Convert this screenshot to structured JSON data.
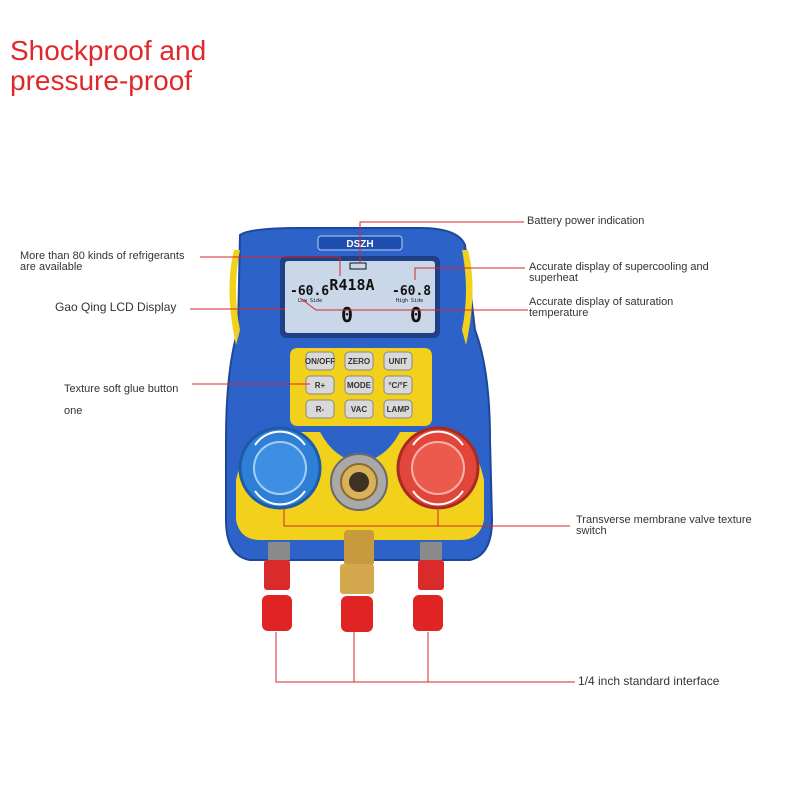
{
  "title": {
    "line1": "Shockproof and",
    "line2": "pressure-proof"
  },
  "callouts": {
    "battery": "Battery power indication",
    "refrigerants_line1": "More than 80 kinds of refrigerants",
    "refrigerants_line2": "are available",
    "supercooling_line1": "Accurate display of supercooling and",
    "supercooling_line2": "superheat",
    "lcd": "Gao Qing LCD Display",
    "saturation_line1": "Accurate display of saturation",
    "saturation_line2": "temperature",
    "button_line1": "Texture soft glue button",
    "button_line2": "one",
    "valve_line1": "Transverse membrane valve texture",
    "valve_line2": "switch",
    "interface": "1/4 inch standard interface"
  },
  "device": {
    "brand": "DSZH",
    "lcd": {
      "refrigerant": "R418A",
      "left_temp": "-60.6",
      "right_temp": "-60.8",
      "left_pressure": "0",
      "right_pressure": "0",
      "left_label": "Low Side",
      "right_label": "High Side"
    },
    "buttons": [
      "ON/OFF",
      "ZERO",
      "UNIT",
      "R+",
      "MODE",
      "°C/°F",
      "R-",
      "VAC",
      "LAMP"
    ]
  },
  "colors": {
    "title": "#e0282a",
    "body_blue": "#2d63c8",
    "accent_yellow": "#f2d11c",
    "knob_blue": "#2f7fd6",
    "knob_red": "#e2463a",
    "callout_line": "#d8262b"
  }
}
